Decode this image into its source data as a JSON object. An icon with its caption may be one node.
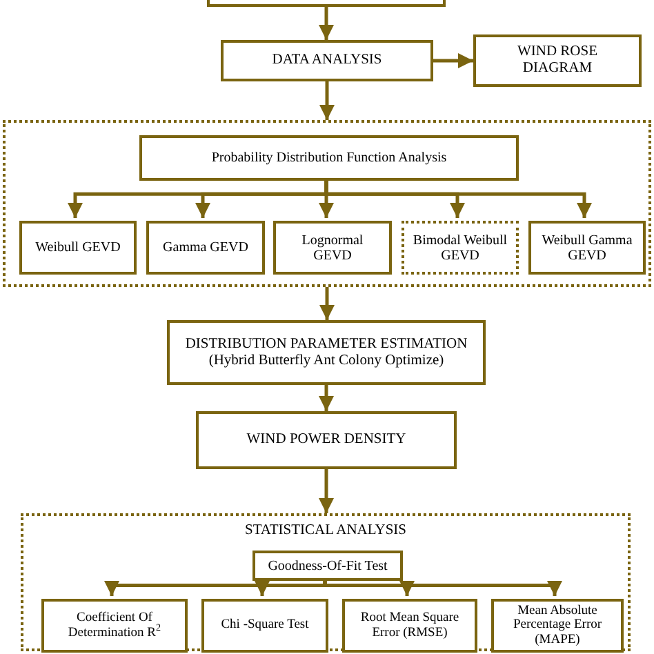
{
  "diagram": {
    "nodes": [
      {
        "text": [],
        "shape": "box"
      },
      {
        "text": [
          "DATA ANALYSIS"
        ]
      },
      {
        "text": [
          "WIND ROSE DIAGRAM"
        ]
      },
      {
        "text": [],
        "shape": "box"
      },
      {
        "text": [
          "Probability Distribution Function Analysis"
        ],
        "in": 3
      },
      {
        "text": [
          "Weibull GEVD"
        ],
        "in": 3
      },
      {
        "text": [
          "Gamma  GEVD"
        ],
        "in": 3
      },
      {
        "text": [
          "Lognormal GEVD"
        ],
        "in": 3
      },
      {
        "text": [
          "Bimodal Weibull GEVD"
        ],
        "in": 3
      },
      {
        "text": [
          "Weibull Gamma GEVD"
        ],
        "in": 3
      },
      {
        "text": [
          "DISTRIBUTION PARAMETER ESTIMATION",
          "(Hybrid Butterfly Ant Colony Optimize)"
        ]
      },
      {
        "text": [
          "WIND POWER DENSITY"
        ]
      },
      {
        "text": [
          "STATISTICAL ANALYSIS"
        ]
      },
      {
        "text": [
          "Goodness-Of-Fit Test"
        ],
        "in": 12
      },
      {
        "text": [
          "Coefficient Of Determination R$^{2}$"
        ],
        "in": 12
      },
      {
        "text": [
          "Chi -Square Test"
        ],
        "in": 12
      },
      {
        "text": [
          "Root Mean Square Error (RMSE)"
        ],
        "in": 12
      },
      {
        "text": [
          "Mean Absolute Percentage Error (MAPE)"
        ],
        "in": 12
      }
    ],
    "edges": [
      {
        "from": 0,
        "to": 1,
        "arrow": "to"
      },
      {
        "from": 1,
        "to": 2,
        "arrow": "to"
      },
      {
        "from": 1,
        "to": 3,
        "arrow": "to"
      },
      {
        "from": 4,
        "to": 5,
        "arrow": "to"
      },
      {
        "from": 4,
        "to": 6,
        "arrow": "to"
      },
      {
        "from": 4,
        "to": 7,
        "arrow": "to"
      },
      {
        "from": 4,
        "to": 8,
        "arrow": "to"
      },
      {
        "from": 4,
        "to": 9,
        "arrow": "to"
      },
      {
        "from": 3,
        "to": 10,
        "arrow": "to"
      },
      {
        "from": 10,
        "to": 11,
        "arrow": "to"
      },
      {
        "from": 11,
        "to": 12,
        "arrow": "to"
      },
      {
        "from": 13,
        "to": 14,
        "arrow": "to"
      },
      {
        "from": 13,
        "to": 15,
        "arrow": "to"
      },
      {
        "from": 13,
        "to": 16,
        "arrow": "to"
      },
      {
        "from": 13,
        "to": 17,
        "arrow": "to"
      }
    ]
  }
}
